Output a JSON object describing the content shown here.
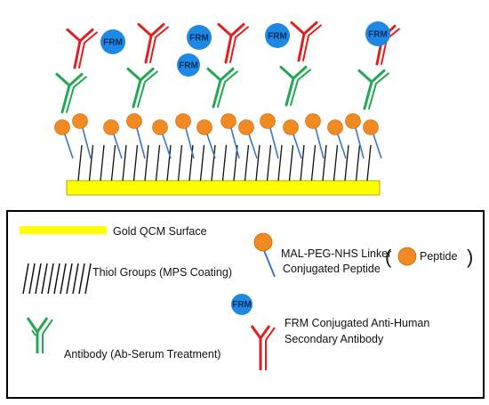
{
  "molecule_label": "FRM",
  "legend": {
    "gold": "Gold QCM Surface",
    "thiol": "Thiol Groups (MPS Coating)",
    "antibody": "Antibody (Ab-Serum Treatment)",
    "linker_line1": "MAL-PEG-NHS Linker",
    "linker_line2": "Conjugated Peptide",
    "peptide_paren_open": "(",
    "peptide": "Peptide",
    "peptide_paren_close": ")",
    "frm_line1": "FRM Conjugated Anti-Human",
    "frm_line2": "Secondary Antibody"
  },
  "colors": {
    "gold": "#ffff00",
    "gold_edge": "#b8a800",
    "thiol": "#111111",
    "antibody": "#22a852",
    "secondary": "#e02020",
    "peptide": "#f28a24",
    "linker": "#3a78c8",
    "frm": "#1e88e5",
    "legend_border": "#000000"
  },
  "icons": [
    "peptide-bead-icon",
    "frm-molecule-icon",
    "antibody-y-icon",
    "secondary-antibody-y-icon",
    "thiol-lines-icon"
  ]
}
